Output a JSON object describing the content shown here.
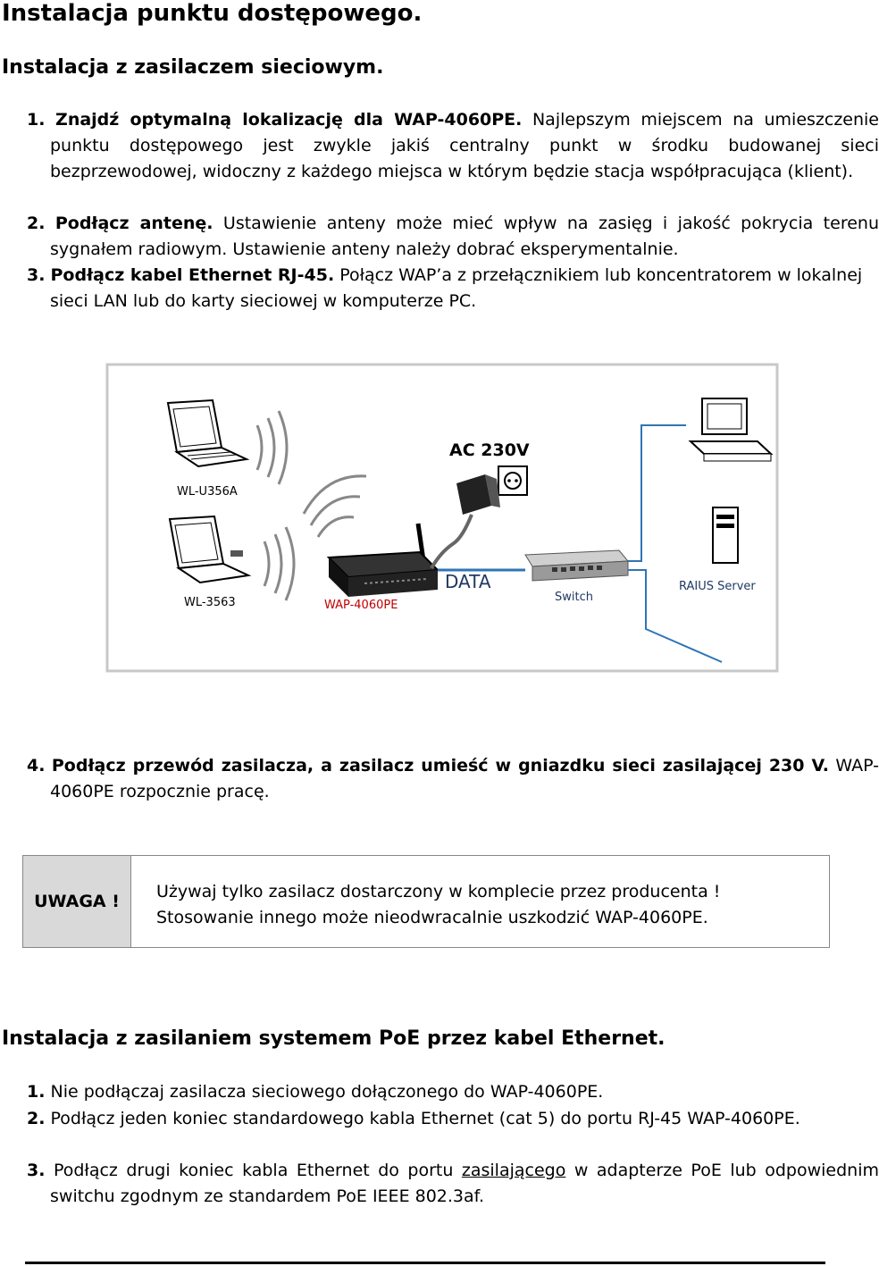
{
  "title": "Instalacja punktu dostępowego.",
  "section1": {
    "heading": "Instalacja z zasilaczem sieciowym.",
    "steps": [
      {
        "num": "1.",
        "bold": "Znajdź optymalną lokalizację dla WAP-4060PE.",
        "text": " Najlepszym miejscem na umieszczenie punktu dostępowego jest zwykle jakiś centralny punkt w środku budowanej sieci bezprzewodowej, widoczny z każdego miejsca w którym będzie stacja współpracująca (klient)."
      },
      {
        "num": "2.",
        "bold": "Podłącz antenę.",
        "text": " Ustawienie anteny może mieć wpływ na zasięg i jakość pokrycia terenu sygnałem radiowym. Ustawienie anteny należy dobrać eksperymentalnie."
      },
      {
        "num": "3.",
        "bold": "Podłącz kabel Ethernet RJ-45.",
        "text": " Połącz WAP’a z przełącznikiem lub koncentratorem w lokalnej sieci LAN lub do karty sieciowej w komputerze PC."
      }
    ],
    "step4": {
      "num": "4.",
      "bold": "Podłącz przewód zasilacza, a zasilacz umieść w gniazdku sieci zasilającej 230 V.",
      "text": " WAP-4060PE rozpocznie pracę."
    }
  },
  "diagram": {
    "power_label": "AC 230V",
    "data_label": "DATA",
    "laptop1_label": "WL-U356A",
    "laptop2_label": "WL-3563",
    "ap_label": "WAP-4060PE",
    "switch_label": "Switch",
    "server_label": "RAIUS Server"
  },
  "warning": {
    "label": "UWAGA !",
    "line1": "Używaj tylko zasilacz dostarczony w komplecie przez producenta !",
    "line2": "Stosowanie innego może nieodwracalnie uszkodzić WAP-4060PE."
  },
  "section2": {
    "heading": "Instalacja z zasilaniem systemem PoE przez kabel Ethernet.",
    "steps": [
      {
        "num": "1.",
        "text": "Nie podłączaj zasilacza sieciowego dołączonego do WAP-4060PE."
      },
      {
        "num": "2.",
        "text": "Podłącz jeden koniec standardowego kabla Ethernet (cat 5) do portu RJ-45 WAP-4060PE."
      },
      {
        "num": "3.",
        "text_before": "Podłącz drugi koniec kabla Ethernet do portu ",
        "underlined": "zasilającego",
        "text_after": " w adapterze PoE lub odpowiednim switchu zgodnym ze standardem PoE IEEE 802.3af."
      }
    ]
  }
}
